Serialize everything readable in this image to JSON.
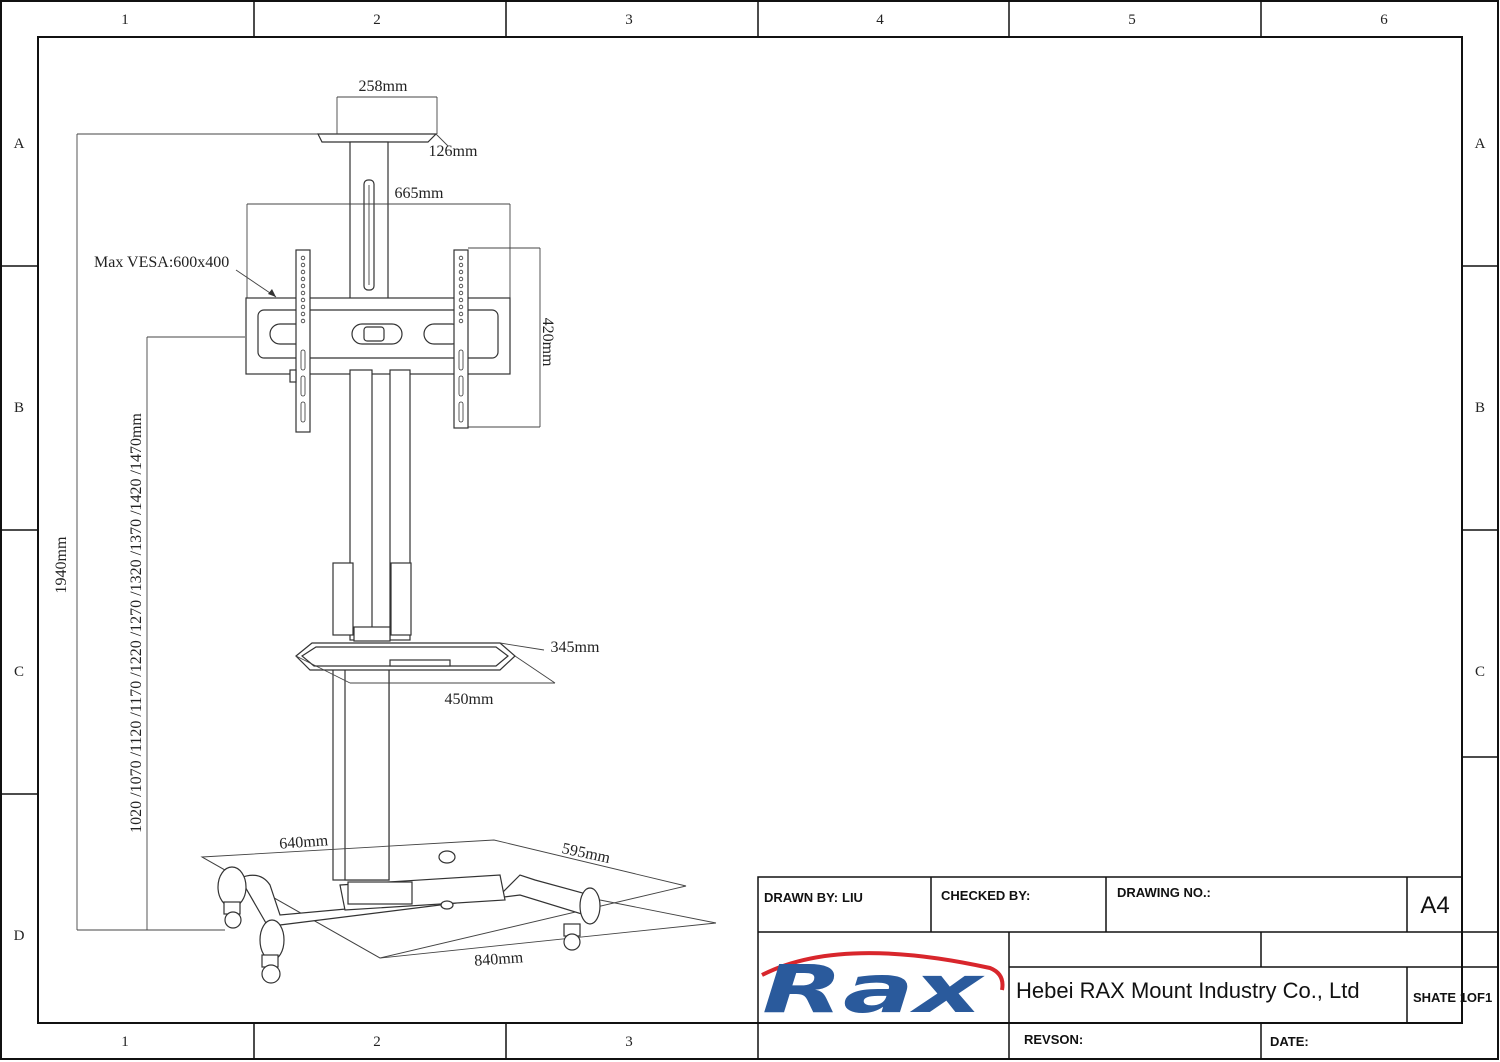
{
  "grid": {
    "columns": [
      "1",
      "2",
      "3",
      "4",
      "5",
      "6"
    ],
    "rows": [
      "A",
      "B",
      "C",
      "D"
    ]
  },
  "dimensions": {
    "top_plate_width": "258mm",
    "top_plate_depth": "126mm",
    "bracket_width": "665mm",
    "vesa": "Max VESA:600x400",
    "bracket_height": "420mm",
    "overall_height": "1940mm",
    "height_positions": "1020 /1070 /1120 /1170 /1220 /1270 /1320 /1370 /1420 /1470mm",
    "shelf_depth": "345mm",
    "shelf_width": "450mm",
    "base_width": "640mm",
    "base_depth": "595mm",
    "base_diagonal": "840mm"
  },
  "title_block": {
    "drawn_by_label": "DRAWN BY:",
    "drawn_by_value": "LIU",
    "checked_by_label": "CHECKED BY:",
    "drawing_no_label": "DRAWING NO.:",
    "paper_size": "A4",
    "logo_text": "Rax",
    "company": "Hebei RAX Mount Industry Co., Ltd",
    "sheet": "SHATE 1OF1",
    "revision_label": "REVSON:",
    "date_label": "DATE:"
  },
  "colors": {
    "logo_blue": "#2a5a9c",
    "logo_swoosh": "#d8262c"
  }
}
